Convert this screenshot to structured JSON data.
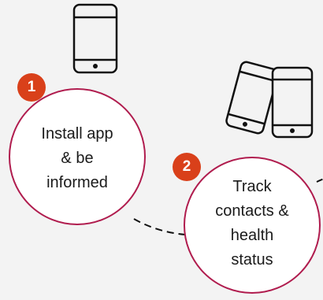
{
  "colors": {
    "background": "#f3f3f3",
    "circle_stroke": "#b01c4e",
    "badge_fill": "#d9401a",
    "icon_stroke": "#111111"
  },
  "steps": [
    {
      "number": "1",
      "lines": [
        "Install app",
        "& be",
        "informed"
      ],
      "icon": "smartphone-icon"
    },
    {
      "number": "2",
      "lines": [
        "Track",
        "contacts &",
        "health",
        "status"
      ],
      "icon": "two-smartphones-icon"
    }
  ]
}
